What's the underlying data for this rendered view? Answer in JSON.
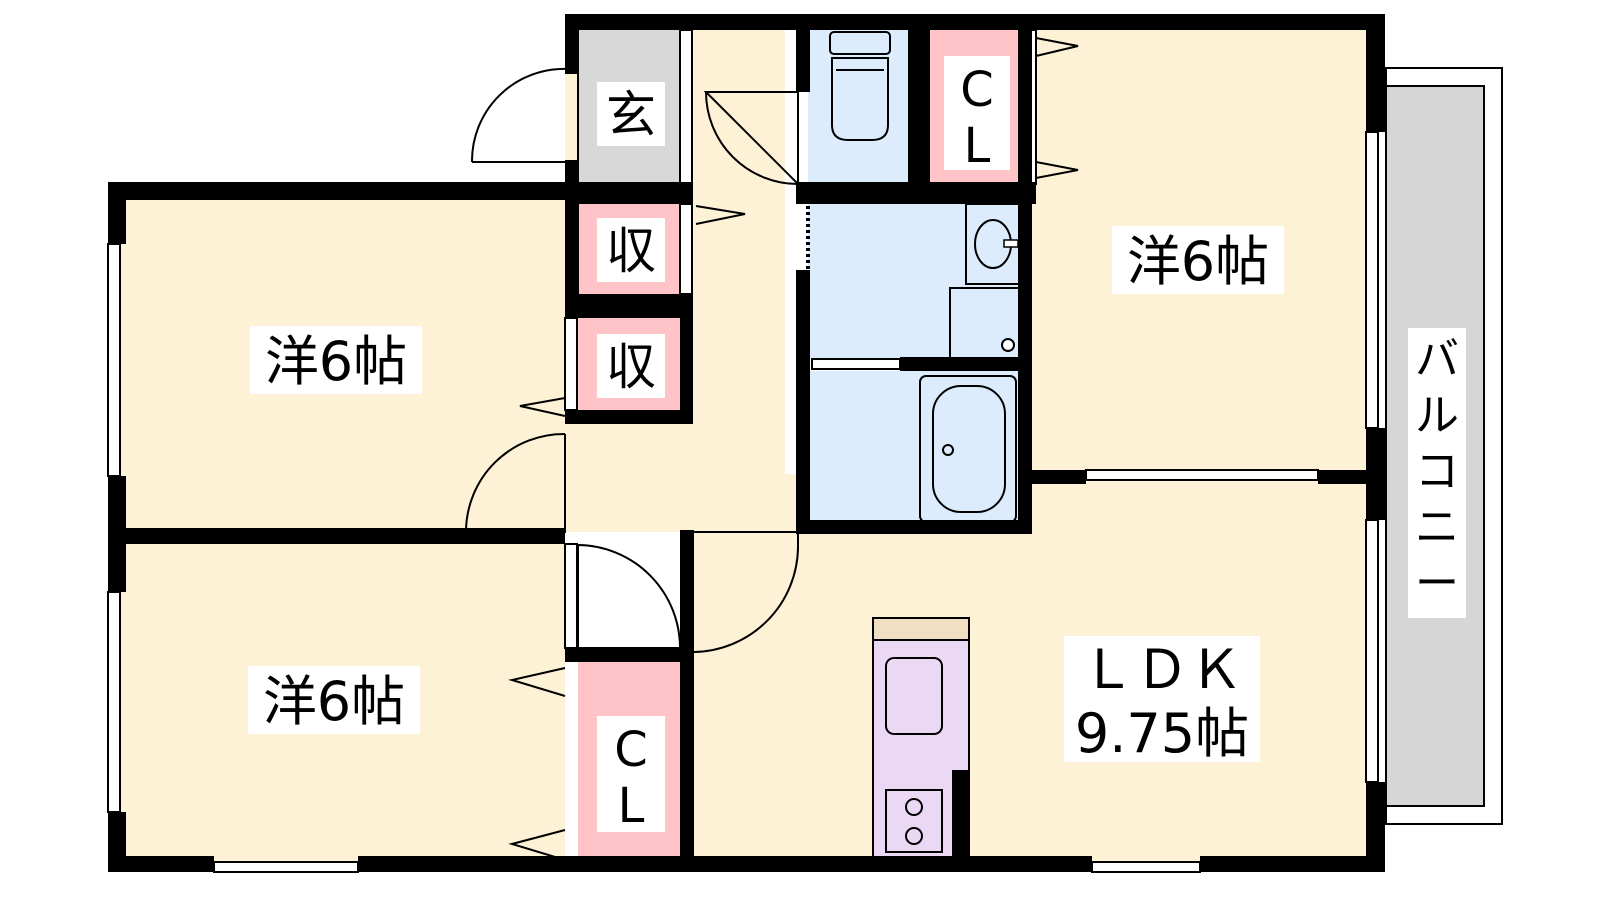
{
  "rooms": {
    "entrance": "玄",
    "storage_1": "収",
    "storage_2": "収",
    "closet_top": [
      "C",
      "L"
    ],
    "closet_bottom": [
      "C",
      "L"
    ],
    "bedroom_top_left": "洋6帖",
    "bedroom_bottom_left": "洋6帖",
    "bedroom_right": "洋6帖",
    "ldk_name": "ＬＤＫ",
    "ldk_size": "9.75帖",
    "balcony": [
      "バ",
      "ル",
      "コ",
      "ニ",
      "ー"
    ]
  },
  "colors": {
    "room_fill": "#fdf2d5",
    "water_fill": "#dcecfc",
    "closet_fill": "#ffc4c8",
    "entrance_fill": "#d8d8d8",
    "balcony_fill": "#d6d6d6",
    "kitchen_fill": "#ead8f5",
    "wall": "#000000"
  }
}
